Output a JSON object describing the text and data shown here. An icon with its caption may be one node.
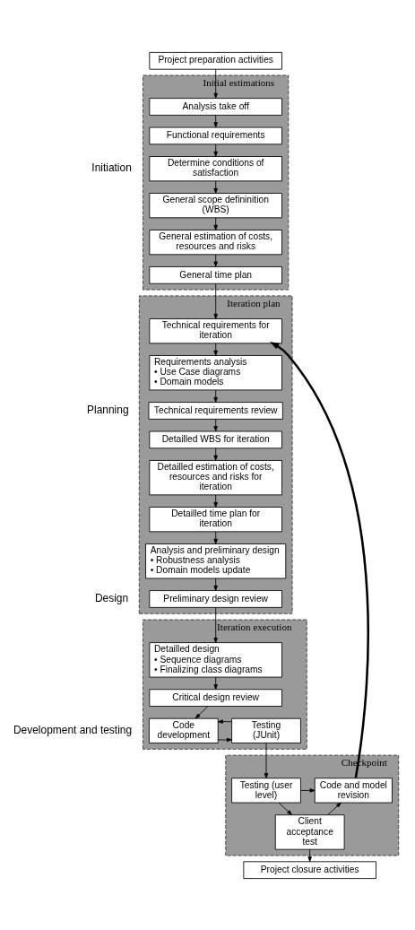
{
  "diagram": {
    "nodes": [
      {
        "text": [
          "Project preparation activities"
        ]
      },
      {
        "text": [
          "Initial estimations"
        ]
      },
      {
        "text": [
          "Analysis take off"
        ],
        "in": 1
      },
      {
        "text": [
          "Functional requirements"
        ],
        "in": 1
      },
      {
        "text": [
          "Determine conditions of satisfaction"
        ],
        "in": 1
      },
      {
        "text": [
          "General scope defininition (WBS)"
        ],
        "in": 1
      },
      {
        "text": [
          "General estimation of costs, resources and risks"
        ],
        "in": 1
      },
      {
        "text": [
          "General time plan"
        ],
        "in": 1
      },
      {
        "text": [
          "Iteration plan"
        ]
      },
      {
        "text": [
          "Technical requirements for iteration"
        ],
        "in": 8
      },
      {
        "text": [
          "Requirements analysis",
          "• Use Case diagrams",
          "• Domain models"
        ],
        "in": 8
      },
      {
        "text": [
          "Technical requirements review"
        ],
        "in": 8
      },
      {
        "text": [
          "Detailled WBS for iteration"
        ],
        "in": 8
      },
      {
        "text": [
          "Detailled estimation of costs, resources and risks for iteration"
        ],
        "in": 8
      },
      {
        "text": [
          "Detailled time plan for iteration"
        ],
        "in": 8
      },
      {
        "text": [
          "Analysis and preliminary design",
          "• Robustness analysis",
          "• Domain models update"
        ],
        "in": 8
      },
      {
        "text": [
          "Preliminary design review"
        ],
        "in": 8
      },
      {
        "text": [
          "Iteration execution"
        ]
      },
      {
        "text": [
          "Detailled design",
          "• Sequence diagrams",
          "• Finalizing class diagrams"
        ],
        "in": 17
      },
      {
        "text": [
          "Critical design review"
        ],
        "in": 17
      },
      {
        "text": [
          "Code development"
        ],
        "in": 17
      },
      {
        "text": [
          "Testing (JUnit)"
        ],
        "in": 17
      },
      {
        "text": [
          "Checkpoint"
        ]
      },
      {
        "text": [
          "Testing (user level)"
        ],
        "in": 22
      },
      {
        "text": [
          "Client acceptance test"
        ],
        "in": 22
      },
      {
        "text": [
          "Code and model revision"
        ],
        "in": 22
      },
      {
        "text": [
          "Project closure activities"
        ]
      }
    ],
    "edges": [
      {
        "from": 0,
        "to": 2,
        "arrow": "to"
      },
      {
        "from": 2,
        "to": 3,
        "arrow": "to"
      },
      {
        "from": 3,
        "to": 4,
        "arrow": "to"
      },
      {
        "from": 4,
        "to": 5,
        "arrow": "to"
      },
      {
        "from": 5,
        "to": 6,
        "arrow": "to"
      },
      {
        "from": 6,
        "to": 7,
        "arrow": "to"
      },
      {
        "from": 7,
        "to": 9,
        "arrow": "to"
      },
      {
        "from": 9,
        "to": 10,
        "arrow": "to"
      },
      {
        "from": 10,
        "to": 11,
        "arrow": "to"
      },
      {
        "from": 11,
        "to": 12,
        "arrow": "to"
      },
      {
        "from": 12,
        "to": 13,
        "arrow": "to"
      },
      {
        "from": 13,
        "to": 14,
        "arrow": "to"
      },
      {
        "from": 14,
        "to": 15,
        "arrow": "to"
      },
      {
        "from": 15,
        "to": 16,
        "arrow": "to"
      },
      {
        "from": 16,
        "to": 18,
        "arrow": "to"
      },
      {
        "from": 18,
        "to": 19,
        "arrow": "to"
      },
      {
        "from": 19,
        "to": 20,
        "arrow": "to"
      },
      {
        "from": 20,
        "to": 21,
        "arrow": "to"
      },
      {
        "from": 21,
        "to": 20,
        "arrow": "to"
      },
      {
        "from": 21,
        "to": 23,
        "arrow": "to"
      },
      {
        "from": 23,
        "to": 24,
        "arrow": "to"
      },
      {
        "from": 23,
        "to": 25,
        "arrow": "to"
      },
      {
        "from": 24,
        "to": 25,
        "arrow": "to"
      },
      {
        "from": 25,
        "to": 9,
        "arrow": "to",
        "style": "thick"
      },
      {
        "from": 24,
        "to": 26,
        "arrow": "to"
      }
    ],
    "labels": [
      "Initiation",
      "Planning",
      "Design",
      "Development and testing"
    ]
  }
}
